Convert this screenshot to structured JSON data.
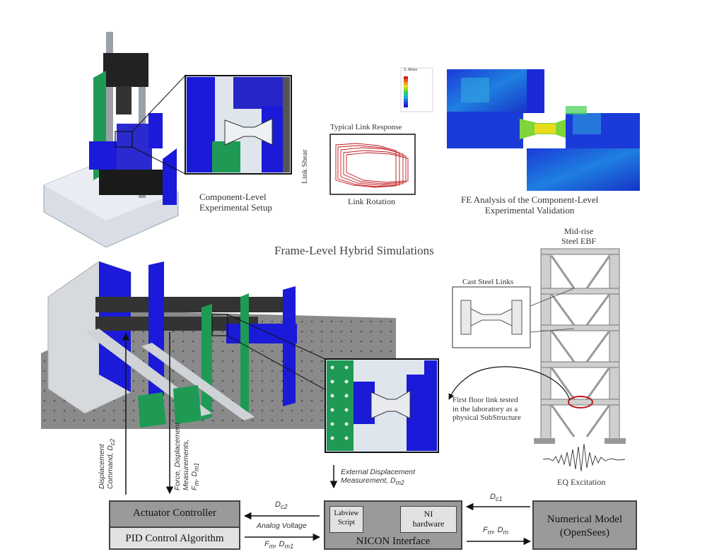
{
  "title_frame_level": "Frame-Level Hybrid Simulations",
  "component_setup": {
    "line1": "Component-Level",
    "line2": "Experimental Setup"
  },
  "link_response": {
    "title": "Typical Link Response",
    "ylabel": "Link Shear",
    "xlabel": "Link Rotation"
  },
  "fe_analysis": {
    "line1": "FE Analysis of the Component-Level",
    "line2": "Experimental Validation",
    "legend_title": "S, Mises"
  },
  "building": {
    "line1": "Mid-rise",
    "line2": "Steel EBF"
  },
  "cast_steel_links": "Cast Steel Links",
  "first_floor_note": {
    "line1": "First floor link tested",
    "line2": "in the laboratory as a",
    "line3": "physical SubStructure"
  },
  "eq_excitation": "EQ Excitation",
  "signals": {
    "displacement_command": {
      "line1": "Displacement",
      "line2": "Command, D",
      "sub": "c2"
    },
    "force_measure": {
      "line1": "Force, Displacement",
      "line2": "Measurements,",
      "f": "F",
      "fsub": "m",
      "d": ", D",
      "dsub": "m1"
    },
    "external_disp": {
      "line1": "External Displacement",
      "line2": "Measurement, D",
      "sub": "m2"
    },
    "dc2": {
      "d": "D",
      "sub": "c2"
    },
    "analog_voltage": "Analog Voltage",
    "fm_dm1": {
      "f": "F",
      "fsub": "m",
      "d": ", D",
      "dsub": "m1"
    },
    "dc1": {
      "d": "D",
      "sub": "c1"
    },
    "fm_dm": {
      "f": "F",
      "fsub": "m",
      "d": ", D",
      "dsub": "m"
    }
  },
  "blocks": {
    "actuator_controller": "Actuator Controller",
    "pid": "PID Control Algorithm",
    "nicon": "NICON Interface",
    "labview": {
      "line1": "Labview",
      "line2": "Script"
    },
    "ni_hardware": {
      "line1": "NI",
      "line2": "hardware"
    },
    "numerical_model": {
      "line1": "Numerical Model",
      "line2": "(OpenSees)"
    }
  },
  "colors": {
    "steel_blue": "#1a1ad8",
    "steel_green": "#1f9a55",
    "link_red": "#c0161b",
    "block_gray": "#9a9a9a"
  }
}
